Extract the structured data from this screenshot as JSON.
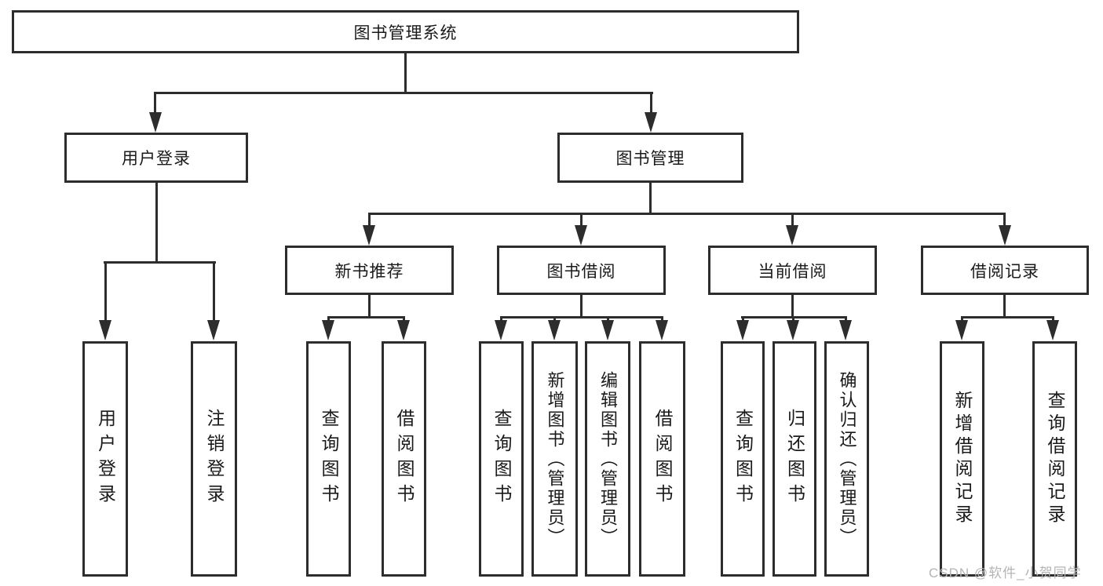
{
  "root": {
    "label": "图书管理系统"
  },
  "level2": [
    {
      "label": "用户登录"
    },
    {
      "label": "图书管理"
    }
  ],
  "level3": [
    {
      "label": "新书推荐"
    },
    {
      "label": "图书借阅"
    },
    {
      "label": "当前借阅"
    },
    {
      "label": "借阅记录"
    }
  ],
  "leaves": {
    "user_login": [
      {
        "label": "用户登录"
      },
      {
        "label": "注销登录"
      }
    ],
    "new_books": [
      {
        "label": "查询图书"
      },
      {
        "label": "借阅图书"
      }
    ],
    "book_borrow": [
      {
        "label": "查询图书"
      },
      {
        "label": "新增图书（管理员）"
      },
      {
        "label": "编辑图书（管理员）"
      },
      {
        "label": "借阅图书"
      }
    ],
    "current_borrow": [
      {
        "label": "查询图书"
      },
      {
        "label": "归还图书"
      },
      {
        "label": "确认归还（管理员）"
      }
    ],
    "borrow_records": [
      {
        "label": "新增借阅记录"
      },
      {
        "label": "查询借阅记录"
      }
    ]
  },
  "watermark": "CSDN @软件_小贺同学",
  "colors": {
    "line": "#2d2d2d",
    "text": "#1a1a1a",
    "watermark": "#b4b4b4",
    "background": "#ffffff"
  }
}
